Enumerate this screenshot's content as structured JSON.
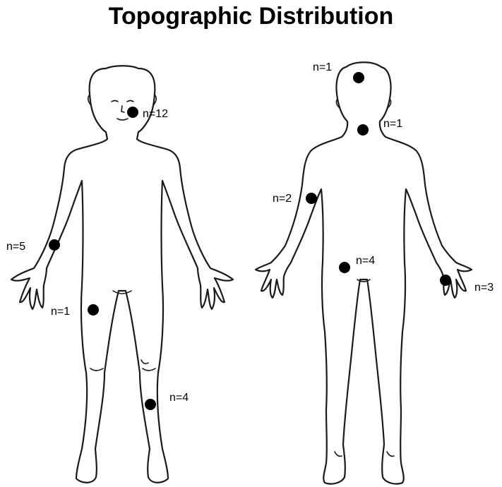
{
  "title": "Topographic Distribution",
  "front_labels": {
    "face": "n=12",
    "forearm": "n=5",
    "thigh": "n=1",
    "shin": "n=4"
  },
  "back_labels": {
    "scalp": "n=1",
    "neck": "n=1",
    "upper_arm": "n=2",
    "lower_back": "n=4",
    "hand": "n=3"
  }
}
